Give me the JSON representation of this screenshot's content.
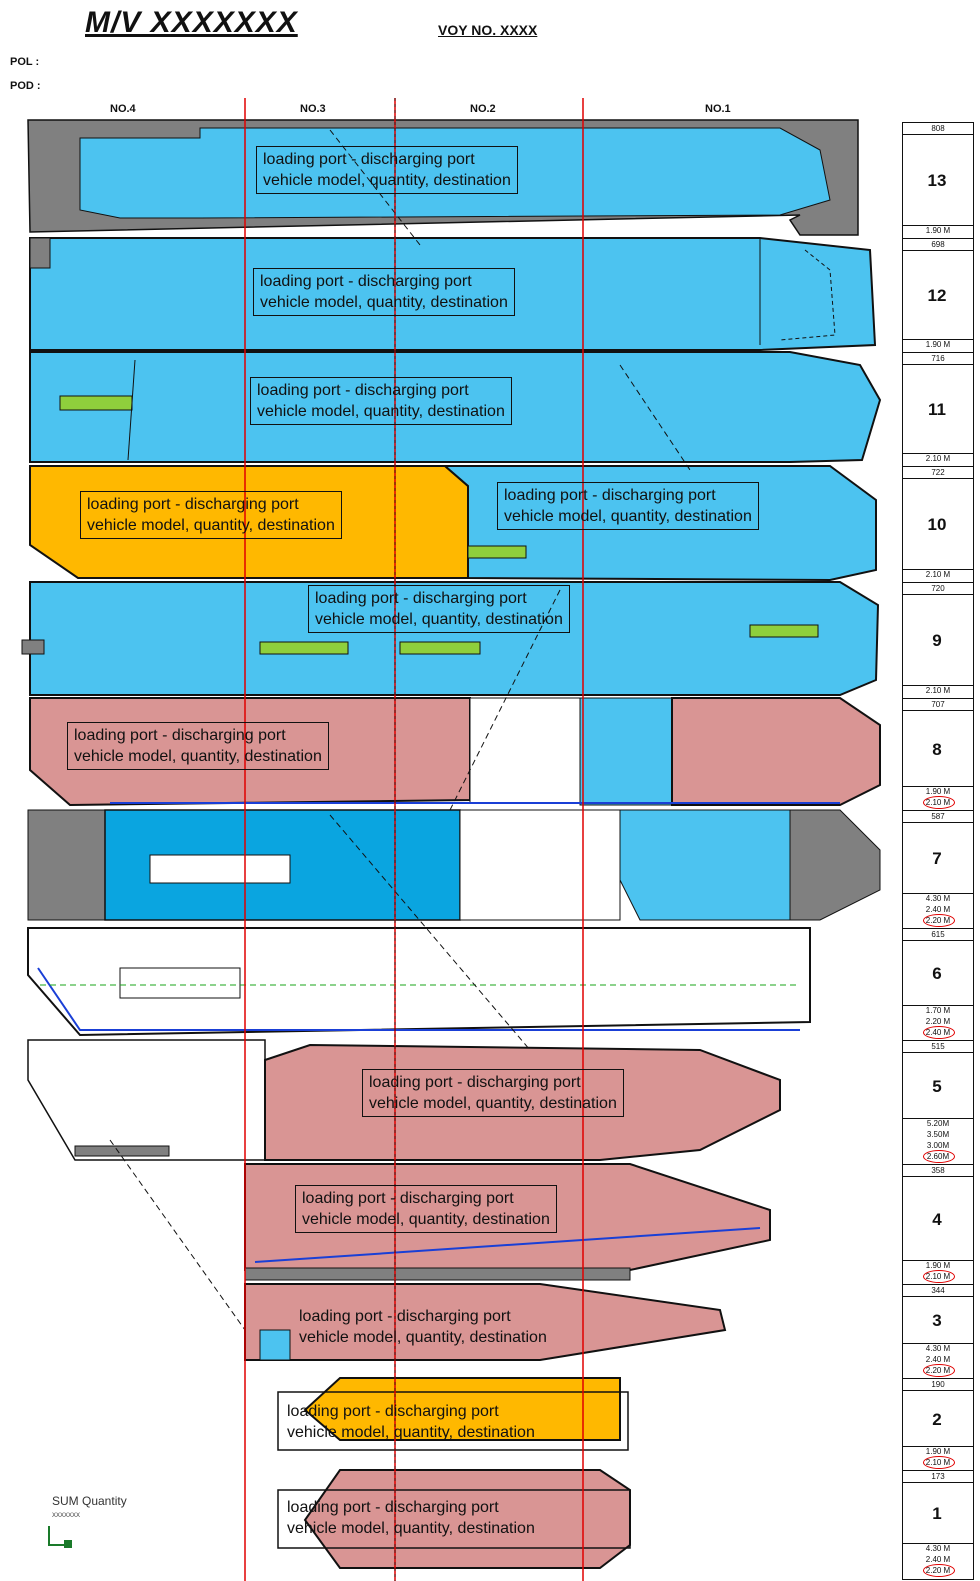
{
  "header": {
    "vessel": "M/V  XXXXXXX",
    "voyage": "VOY NO. XXXX",
    "pol": "POL :",
    "pod": "POD :"
  },
  "holds": [
    "NO.4",
    "NO.3",
    "NO.2",
    "NO.1"
  ],
  "deck_label": {
    "line1": "loading port - discharging port",
    "line2": "vehicle model, quantity, destination"
  },
  "side_table": [
    {
      "top_value": "808",
      "deck": "13",
      "heights": [
        "1.90 M"
      ]
    },
    {
      "top_value": "698",
      "deck": "12",
      "heights": [
        "1.90 M"
      ]
    },
    {
      "top_value": "716",
      "deck": "11",
      "heights": [
        "2.10 M"
      ]
    },
    {
      "top_value": "722",
      "deck": "10",
      "heights": [
        "2.10 M"
      ]
    },
    {
      "top_value": "720",
      "deck": "9",
      "heights": [
        "2.10 M"
      ]
    },
    {
      "top_value": "707",
      "deck": "8",
      "heights": [
        "1.90 M",
        "2.10 M"
      ]
    },
    {
      "top_value": "587",
      "deck": "7",
      "heights": [
        "4.30 M",
        "2.40 M",
        "2.20 M"
      ]
    },
    {
      "top_value": "615",
      "deck": "6",
      "heights": [
        "1.70 M",
        "2.20 M",
        "2.40 M"
      ]
    },
    {
      "top_value": "515",
      "deck": "5",
      "heights": [
        "5.20M",
        "3.50M",
        "3.00M",
        "2.60M"
      ]
    },
    {
      "top_value": "358",
      "deck": "4",
      "heights": [
        "1.90 M",
        "2.10 M"
      ]
    },
    {
      "top_value": "344",
      "deck": "3",
      "heights": [
        "4.30 M",
        "2.40 M",
        "2.20 M"
      ]
    },
    {
      "top_value": "190",
      "deck": "2",
      "heights": [
        "1.90 M",
        "2.10 M"
      ]
    },
    {
      "top_value": "173",
      "deck": "1",
      "heights": [
        "4.30 M",
        "2.40 M",
        "2.20 M"
      ]
    }
  ],
  "summary": {
    "label": "SUM Quantity",
    "value": "XXXXXXX"
  },
  "colors": {
    "blue_deck": "#4cc3f0",
    "orange_deck": "#ffb800",
    "pink_deck": "#d99594",
    "gray_block": "#808080",
    "green_ramp": "#8fcf3c",
    "red_line": "#e00000",
    "blue_route": "#1a3fd6"
  }
}
